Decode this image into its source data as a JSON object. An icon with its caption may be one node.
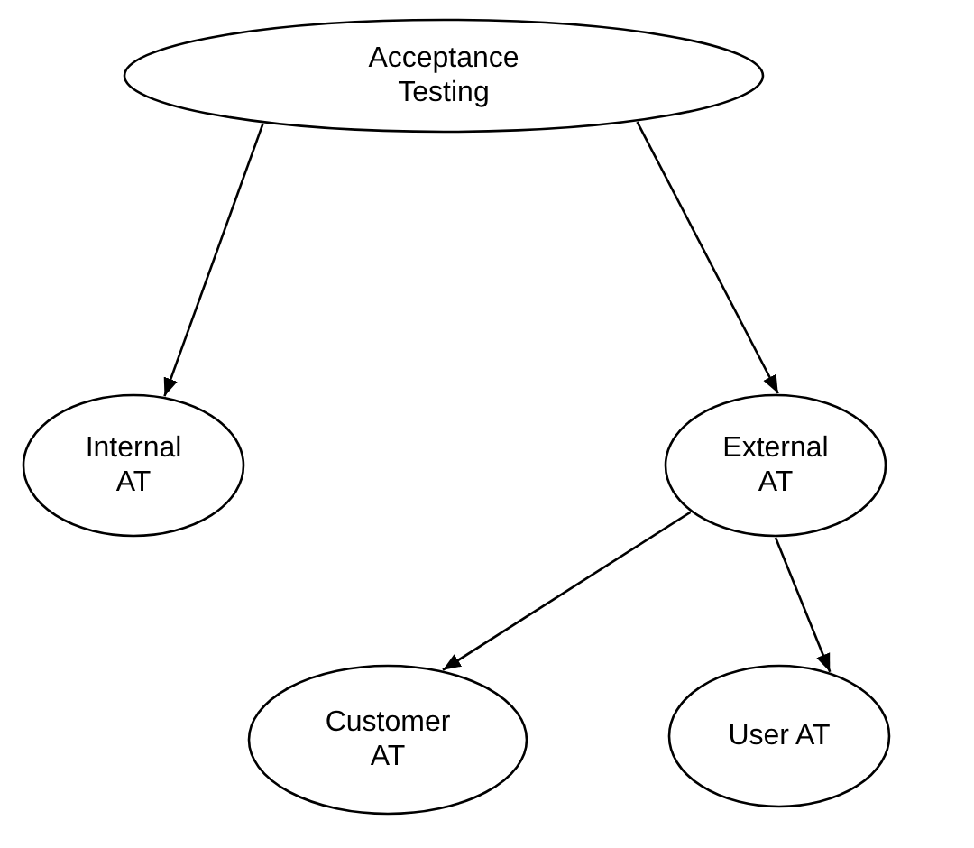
{
  "diagram": {
    "nodes": [
      {
        "text": [
          "Acceptance Testing"
        ]
      },
      {
        "text": [
          "Internal AT"
        ]
      },
      {
        "text": [
          "External AT"
        ]
      },
      {
        "text": [
          "Customer AT"
        ]
      },
      {
        "text": [
          "User AT"
        ]
      }
    ],
    "edges": [
      {
        "from": 0,
        "to": 1,
        "arrow": "to"
      },
      {
        "from": 0,
        "to": 2,
        "arrow": "to"
      },
      {
        "from": 2,
        "to": 3,
        "arrow": "to"
      },
      {
        "from": 2,
        "to": 4,
        "arrow": "to"
      }
    ]
  }
}
